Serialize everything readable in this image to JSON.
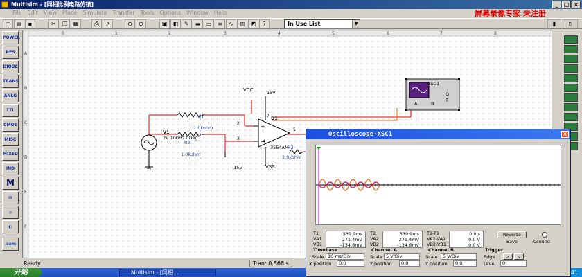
{
  "window": {
    "title": "Multisim - [同相比例电路仿镇]"
  },
  "menu": [
    "File",
    "Edit",
    "View",
    "Place",
    "Simulate",
    "Transfer",
    "Tools",
    "Options",
    "Window",
    "Help"
  ],
  "banner": "屏幕录像专家  未注册",
  "toolbar": {
    "in_use_list": "In Use List"
  },
  "left_tools": [
    "POWER",
    "RES",
    "DIODE",
    "TRANS",
    "ANLG",
    "TTL",
    "CMOS",
    "MISC",
    "MIXED",
    "IND",
    "M",
    "",
    "",
    "",
    ".com"
  ],
  "grid": {
    "cols": [
      "0",
      "1",
      "2",
      "3",
      "4",
      "5",
      "6",
      "7",
      "8"
    ],
    "rows": [
      "A",
      "B",
      "C",
      "D",
      "E",
      "F"
    ]
  },
  "schematic": {
    "vcc_label": "VCC",
    "vcc_value": "15V",
    "vss_label": "VSS",
    "vss_value": "-15V",
    "u1": "U1",
    "r1_name": "R1",
    "r1_value": "1.0kohm",
    "r2_name": "R2",
    "r2_value": "1.0kohm",
    "r3_name": "R3",
    "r3_value": "2.0kohm",
    "v1_name": "V1",
    "v1_value": "2V 100Hz 0Deg",
    "opamp_part": "3554AM",
    "pins": {
      "p2": "2",
      "p3": "3",
      "p4": "4",
      "p5": "5",
      "p7": "7"
    }
  },
  "xsc1": {
    "label": "XSC1",
    "g": "G",
    "t": "T",
    "a": "A",
    "b": "B"
  },
  "oscilloscope": {
    "title": "Oscilloscope-XSC1",
    "t1": {
      "label": "T1",
      "time": "539.9ms",
      "va_label": "VA1",
      "va": "271.4mV",
      "vb_label": "VB1",
      "vb": "-134.6mV"
    },
    "t2": {
      "label": "T2",
      "time": "539.9ms",
      "va_label": "VA2",
      "va": "271.4mV",
      "vb_label": "VB2",
      "vb": "-134.6mV"
    },
    "diff": {
      "label": "T2-T1",
      "time": "0.0 s",
      "va_label": "VA2-VA1",
      "va": "0.0 V",
      "vb_label": "VB2-VB1",
      "vb": "0.0 V"
    },
    "reverse_label": "Reverse",
    "save_label": "Save",
    "ground_label": "Ground",
    "timebase": {
      "title": "Timebase",
      "scale_label": "Scale",
      "scale": "10 ms/Div",
      "xpos_label": "X position",
      "xpos": "0.0"
    },
    "channel_a": {
      "title": "Channel A",
      "scale_label": "Scale",
      "scale": "5 V/Div",
      "ypos_label": "Y position",
      "ypos": "0.0"
    },
    "channel_b": {
      "title": "Channel B",
      "scale_label": "Scale",
      "scale": "5 V/Div",
      "ypos_label": "Y position",
      "ypos": "0.0"
    },
    "trigger": {
      "title": "Trigger",
      "edge_label": "Edge",
      "level_label": "Level",
      "level": "0"
    }
  },
  "status": {
    "ready": "Ready",
    "tran": "Tran: 0.568 s"
  },
  "taskbar": {
    "start": "开始",
    "item": "Multisim - [同相...",
    "clock": "8:41"
  },
  "colors": {
    "trace_a": "#e06000",
    "trace_b": "#d00060",
    "wire_red": "#e00000",
    "title_blue": "#0a246a"
  }
}
